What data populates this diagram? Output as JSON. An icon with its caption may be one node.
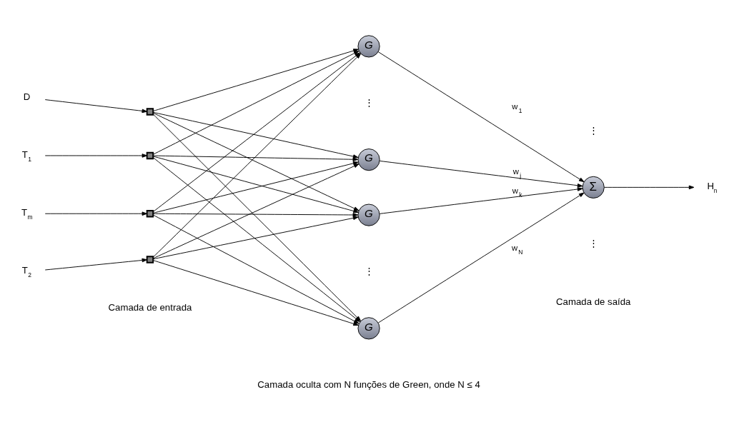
{
  "diagram": {
    "nodes": [
      {
        "text": [
          "D"
        ]
      },
      {
        "text": [
          "T$_{1}$"
        ]
      },
      {
        "text": [
          "T$_{m}$"
        ]
      },
      {
        "text": [
          "T$_{2}$"
        ]
      },
      {
        "text": [],
        "shape": "box"
      },
      {
        "text": [],
        "shape": "box"
      },
      {
        "text": [],
        "shape": "box"
      },
      {
        "text": [],
        "shape": "box"
      },
      {
        "text": [
          "G"
        ]
      },
      {
        "text": [
          "G"
        ]
      },
      {
        "text": [
          "G"
        ]
      },
      {
        "text": [
          "G"
        ]
      },
      {
        "text": [
          "Σ"
        ]
      },
      {
        "text": [
          "H$_{n}$"
        ]
      }
    ],
    "edges": [
      {
        "from": 0,
        "to": 4,
        "arrow": "to"
      },
      {
        "from": 1,
        "to": 5,
        "arrow": "to"
      },
      {
        "from": 2,
        "to": 6,
        "arrow": "to"
      },
      {
        "from": 3,
        "to": 7,
        "arrow": "to"
      },
      {
        "from": 4,
        "to": 8,
        "arrow": "to"
      },
      {
        "from": 4,
        "to": 9,
        "arrow": "to"
      },
      {
        "from": 4,
        "to": 10,
        "arrow": "to"
      },
      {
        "from": 4,
        "to": 11,
        "arrow": "to"
      },
      {
        "from": 5,
        "to": 8,
        "arrow": "to"
      },
      {
        "from": 5,
        "to": 9,
        "arrow": "to"
      },
      {
        "from": 5,
        "to": 10,
        "arrow": "to"
      },
      {
        "from": 5,
        "to": 11,
        "arrow": "to"
      },
      {
        "from": 6,
        "to": 8,
        "arrow": "to"
      },
      {
        "from": 6,
        "to": 9,
        "arrow": "to"
      },
      {
        "from": 6,
        "to": 10,
        "arrow": "to"
      },
      {
        "from": 6,
        "to": 11,
        "arrow": "to"
      },
      {
        "from": 7,
        "to": 8,
        "arrow": "to"
      },
      {
        "from": 7,
        "to": 9,
        "arrow": "to"
      },
      {
        "from": 7,
        "to": 10,
        "arrow": "to"
      },
      {
        "from": 7,
        "to": 11,
        "arrow": "to"
      },
      {
        "from": 8,
        "to": 12,
        "arrow": "to",
        "label": "w$_{1}$"
      },
      {
        "from": 9,
        "to": 12,
        "arrow": "to",
        "label": "w$_{j}$"
      },
      {
        "from": 10,
        "to": 12,
        "arrow": "to",
        "label": "w$_{k}$"
      },
      {
        "from": 11,
        "to": 12,
        "arrow": "to",
        "label": "w$_{N}$"
      },
      {
        "from": 12,
        "to": 13,
        "arrow": "to"
      }
    ],
    "labels": [
      "⋮",
      "⋮",
      "⋮",
      "⋮",
      "Camada de entrada",
      "Camada oculta com N funções de Green, onde N ≤ 4",
      "Camada de saída"
    ]
  }
}
